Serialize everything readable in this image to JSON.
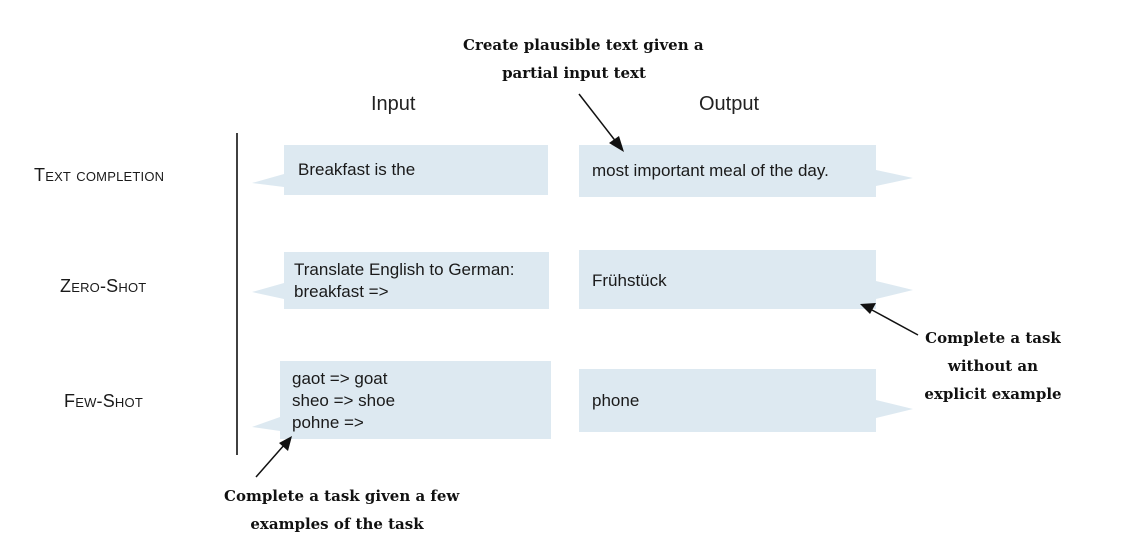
{
  "headers": {
    "input": "Input",
    "output": "Output"
  },
  "rows": [
    {
      "label": "Text completion",
      "input": "Breakfast is the",
      "output": "most important meal of the day."
    },
    {
      "label": "Zero-Shot",
      "input": "Translate English to German:\nbreakfast =>",
      "output": "Frühstück"
    },
    {
      "label": "Few-Shot",
      "input": "gaot => goat\nsheo => shoe\npohne =>",
      "output": "phone"
    }
  ],
  "annotations": {
    "text_completion": "Create plausible text given a\npartial input text",
    "zero_shot": "Complete a task\nwithout an\nexplicit example",
    "few_shot": "Complete a task given a few\nexamples of the task"
  },
  "colors": {
    "bubble": "#dde9f1",
    "text": "#1a1a1a"
  }
}
